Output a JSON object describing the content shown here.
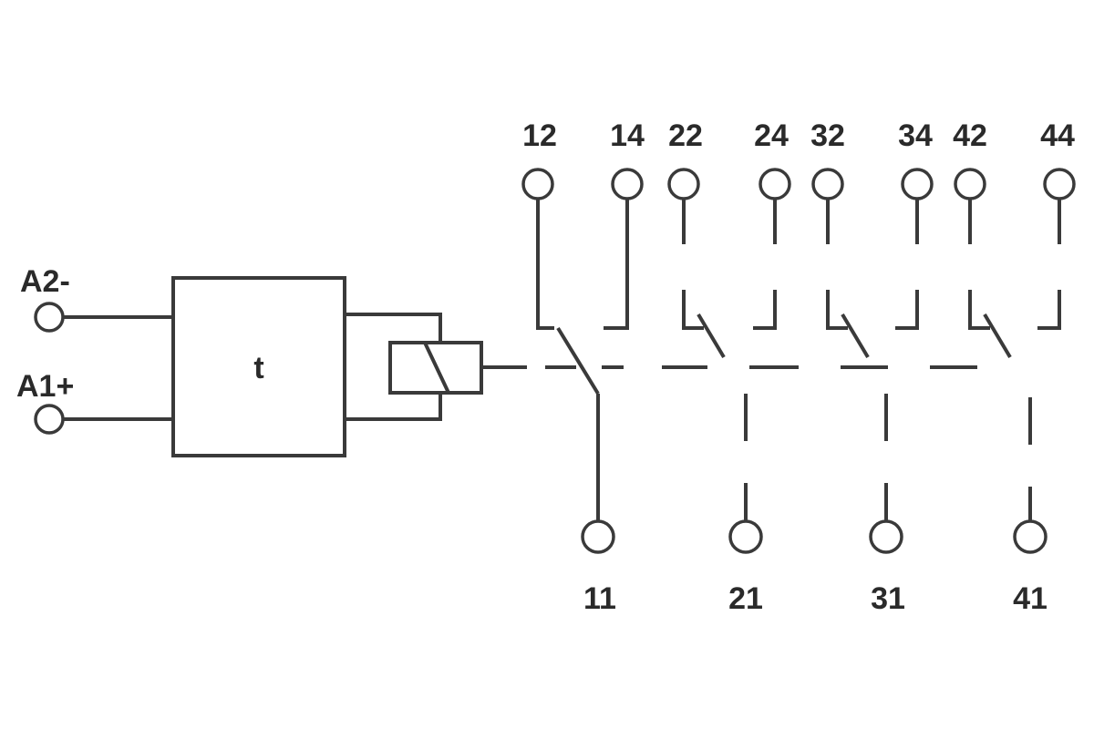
{
  "supply": {
    "a2_label": "A2-",
    "a1_label": "A1+"
  },
  "timer": {
    "label": "t"
  },
  "contacts": [
    {
      "nc_label": "12",
      "no_label": "14",
      "common_label": "11"
    },
    {
      "nc_label": "22",
      "no_label": "24",
      "common_label": "21"
    },
    {
      "nc_label": "32",
      "no_label": "34",
      "common_label": "31"
    },
    {
      "nc_label": "42",
      "no_label": "44",
      "common_label": "41"
    }
  ]
}
